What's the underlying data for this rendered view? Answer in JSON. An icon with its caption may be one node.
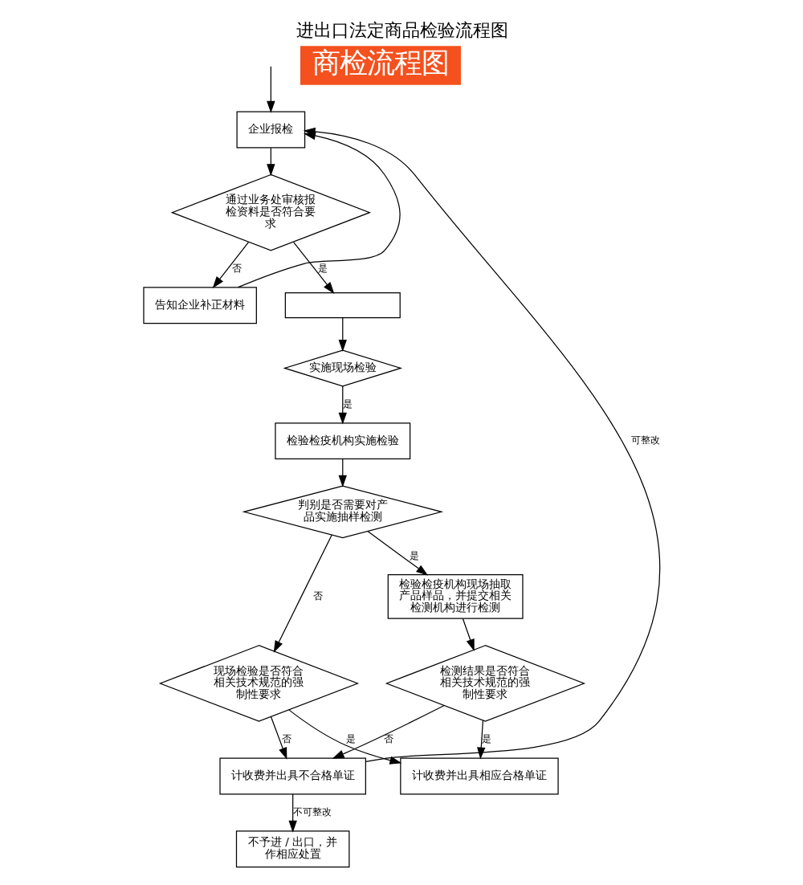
{
  "diagram": {
    "title": "进出口法定商品检验流程图",
    "nodes": [
      {
        "text": [
          "企业报检"
        ]
      },
      {
        "text": [
          "通过业务处审核报检资料是否符合要求"
        ]
      },
      {
        "text": [
          "告知企业补正材料"
        ]
      },
      {
        "text": [],
        "shape": "box"
      },
      {
        "text": [
          "实施现场检验"
        ]
      },
      {
        "text": [
          "检验检疫机构实施检验"
        ]
      },
      {
        "text": [
          "判别是否需要对产品实施抽样检测"
        ]
      },
      {
        "text": [
          "检验检疫机构现场抽取产品样品，并提交相关检测机构进行检测"
        ]
      },
      {
        "text": [
          "现场检验是否符合相关技术规范的强制性要求"
        ]
      },
      {
        "text": [
          "检测结果是否符合相关技术规范的强制性要求"
        ]
      },
      {
        "text": [
          "计收费并出具相应合格单证"
        ]
      },
      {
        "text": [
          "计收费并出具不合格单证"
        ]
      },
      {
        "text": [
          "不予进 / 出口，并作相应处置"
        ]
      }
    ],
    "edges": [
      {
        "from": 0,
        "to": 1,
        "arrow": "to"
      },
      {
        "from": 1,
        "to": 2,
        "arrow": "to",
        "label": "否"
      },
      {
        "from": 2,
        "to": 0,
        "arrow": "to"
      },
      {
        "from": 1,
        "to": 3,
        "arrow": "to",
        "label": "是"
      },
      {
        "from": 3,
        "to": 4,
        "arrow": "to"
      },
      {
        "from": 4,
        "to": 5,
        "arrow": "to",
        "label": "是"
      },
      {
        "from": 5,
        "to": 6,
        "arrow": "to"
      },
      {
        "from": 6,
        "to": 7,
        "arrow": "to",
        "label": "是"
      },
      {
        "from": 6,
        "to": 8,
        "arrow": "to",
        "label": "否"
      },
      {
        "from": 7,
        "to": 9,
        "arrow": "to"
      },
      {
        "from": 8,
        "to": 10,
        "arrow": "to",
        "label": "是"
      },
      {
        "from": 8,
        "to": 11,
        "arrow": "to",
        "label": "否"
      },
      {
        "from": 9,
        "to": 11,
        "arrow": "to",
        "label": "否"
      },
      {
        "from": 9,
        "to": 10,
        "arrow": "to",
        "label": "是"
      },
      {
        "from": 11,
        "to": 0,
        "arrow": "to",
        "label": "可整改"
      },
      {
        "from": 11,
        "to": 12,
        "arrow": "to",
        "label": "不可整改"
      },
      {
        "from": null,
        "to": 0,
        "arrow": "to"
      }
    ],
    "labels": [
      "商检流程图"
    ]
  }
}
